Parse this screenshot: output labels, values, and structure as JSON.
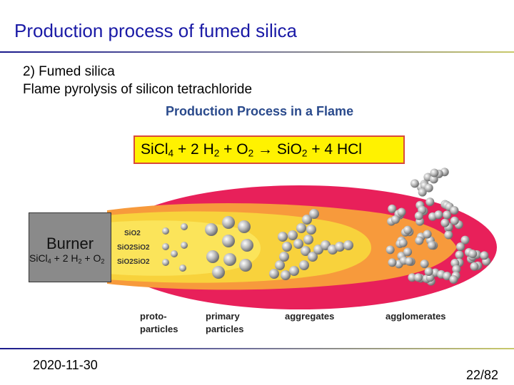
{
  "slide": {
    "title": "Production process of fumed silica",
    "subtitle_line1": "2) Fumed silica",
    "subtitle_line2": "Flame pyrolysis of silicon tetrachloride",
    "date": "2020-11-30",
    "page": "22/82"
  },
  "figure": {
    "title": "Production Process in a Flame",
    "equation": {
      "si": "Si",
      "cl": "Cl",
      "n4": "4",
      "plus1": " + 2 H",
      "n2a": "2",
      "plus2": " + O",
      "n2b": "2",
      "arrow": " → ",
      "sio": "SiO",
      "n2c": "2",
      "tail": " + 4 HCl"
    },
    "burner_label": "Burner",
    "burner_eq": {
      "a": "SiCl",
      "n4": "4",
      "b": " + 2 H",
      "n2a": "2",
      "c": " + O",
      "n2b": "2"
    },
    "molecule_labels": [
      "SiO2",
      "SiO2SiO2",
      "SiO2SiO2"
    ],
    "stages": [
      {
        "line1": "proto-",
        "line2": "particles"
      },
      {
        "line1": "primary",
        "line2": "particles"
      },
      {
        "line1": "aggregates",
        "line2": ""
      },
      {
        "line1": "agglomerates",
        "line2": ""
      }
    ],
    "colors": {
      "flame_outer": "#e8205a",
      "flame_mid": "#f79a3c",
      "flame_inner": "#f8d23c",
      "equation_bg": "#fff200",
      "equation_border": "#d94a3a"
    }
  }
}
